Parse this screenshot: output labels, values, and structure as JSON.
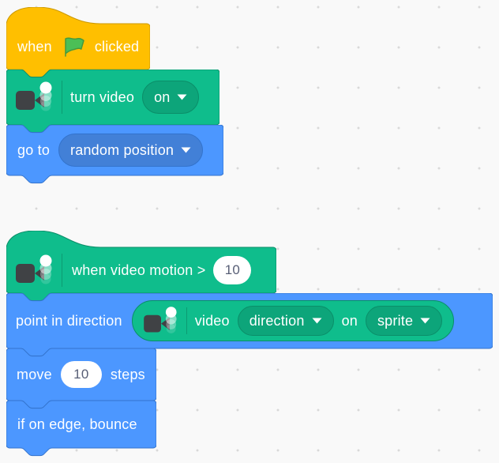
{
  "workspace": {
    "bg_color": "#F9F9F9",
    "dot_color": "#D9D9D9"
  },
  "colors": {
    "events_fill": "#FFBF00",
    "events_stroke": "#CC9900",
    "motion_fill": "#4C97FF",
    "motion_stroke": "#3373CC",
    "motion_dropdown_fill": "#4280D7",
    "video_extension_fill": "#0FBD8C",
    "video_extension_stroke": "#0B8E69",
    "video_dropdown_fill": "#0DA57A",
    "block_text": "#FFFFFF",
    "field_text": "#575E75",
    "flag_fill": "#4CBF56",
    "flag_stroke": "#45993D",
    "camera_icon": "#404245"
  },
  "blocks": {
    "when_flag_clicked": {
      "word_when": "when",
      "word_clicked": "clicked"
    },
    "turn_video": {
      "label": "turn video",
      "dropdown_value": "on"
    },
    "go_to": {
      "label": "go to",
      "dropdown_value": "random position"
    },
    "when_video_motion": {
      "label": "when video motion >",
      "threshold": "10"
    },
    "point_in_direction": {
      "label": "point in direction"
    },
    "video_reporter": {
      "word_video": "video",
      "attribute_value": "direction",
      "word_on": "on",
      "subject_value": "sprite"
    },
    "move_steps": {
      "word_move": "move",
      "steps_value": "10",
      "word_steps": "steps"
    },
    "if_on_edge_bounce": {
      "label": "if on edge, bounce"
    }
  }
}
